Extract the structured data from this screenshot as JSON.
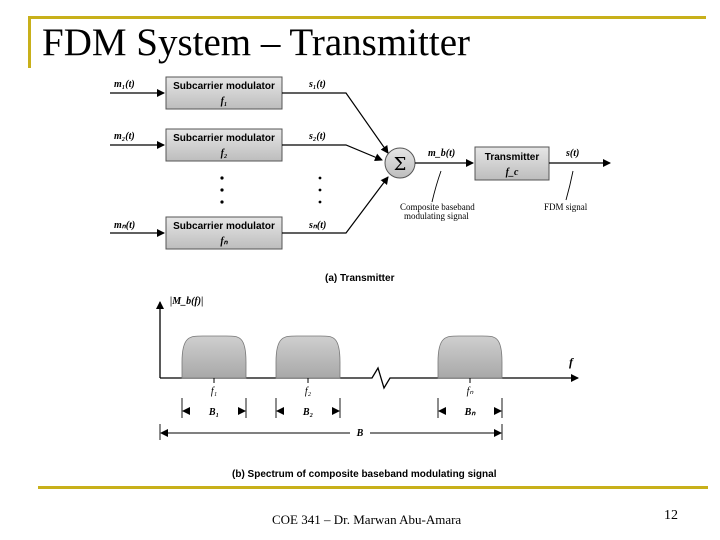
{
  "slide": {
    "title": "FDM System – Transmitter",
    "footer": "COE 341 – Dr. Marwan Abu-Amara",
    "page_number": "12"
  },
  "diagram": {
    "inputs": {
      "m1": "m₁(t)",
      "m2": "m₂(t)",
      "mn": "mₙ(t)"
    },
    "modulator_label": "Subcarrier modulator",
    "freqs": {
      "f1": "f₁",
      "f2": "f₂",
      "fn": "fₙ"
    },
    "outputs": {
      "s1": "s₁(t)",
      "s2": "s₂(t)",
      "sn": "sₙ(t)"
    },
    "summer": "Σ",
    "mb": "m_b(t)",
    "transmitter_label": "Transmitter",
    "fc": "f_c",
    "st": "s(t)",
    "composite_note_1": "Composite baseband",
    "composite_note_2": "modulating signal",
    "fdm_note": "FDM signal",
    "caption_a": "(a) Transmitter"
  },
  "spectrum": {
    "ylabel": "|M_b(f)|",
    "xlabel": "f",
    "ticks": {
      "f1": "f₁",
      "f2": "f₂",
      "fn": "fₙ"
    },
    "bands": {
      "b1": "B₁",
      "b2": "B₂",
      "bn": "Bₙ"
    },
    "total": "B",
    "caption_b": "(b) Spectrum of composite baseband modulating signal"
  }
}
